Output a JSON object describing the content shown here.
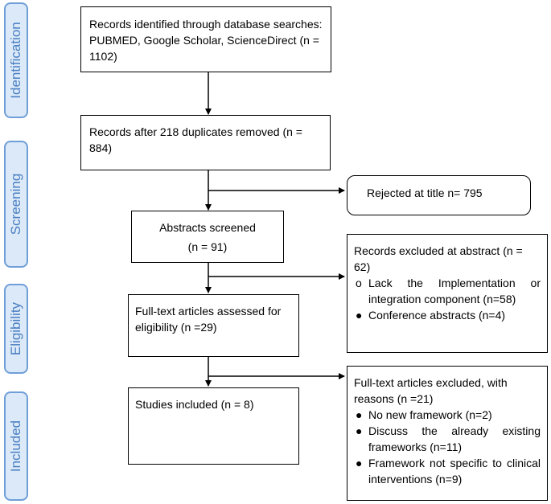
{
  "phases": {
    "identification": "Identification",
    "screening": "Screening",
    "eligibility": "Eligibility",
    "included": "Included"
  },
  "boxes": {
    "identified": "Records identified through database searches: PUBMED, Google Scholar, ScienceDirect (n = 1102)",
    "after_duplicates": "Records after 218 duplicates removed (n = 884)",
    "rejected_title": "Rejected at title n= 795",
    "abstracts_title": "Abstracts screened",
    "abstracts_count": "(n = 91)",
    "excluded_abstract": {
      "heading": "Records excluded at abstract (n = 62)",
      "items": [
        {
          "bullet": "o",
          "text": "Lack the Implementation or integration component (n=58)"
        },
        {
          "bullet": "●",
          "text": "Conference abstracts (n=4)"
        }
      ]
    },
    "fulltext": "Full-text articles assessed for eligibility (n =29)",
    "excluded_fulltext": {
      "heading": "Full-text articles excluded, with reasons (n =21)",
      "items": [
        {
          "bullet": "●",
          "text": "No new framework (n=2)"
        },
        {
          "bullet": "●",
          "text": "Discuss the already existing frameworks (n=11)"
        },
        {
          "bullet": "●",
          "text": "Framework not specific to clinical interventions (n=9)"
        }
      ]
    },
    "included": "Studies included (n = 8)"
  }
}
